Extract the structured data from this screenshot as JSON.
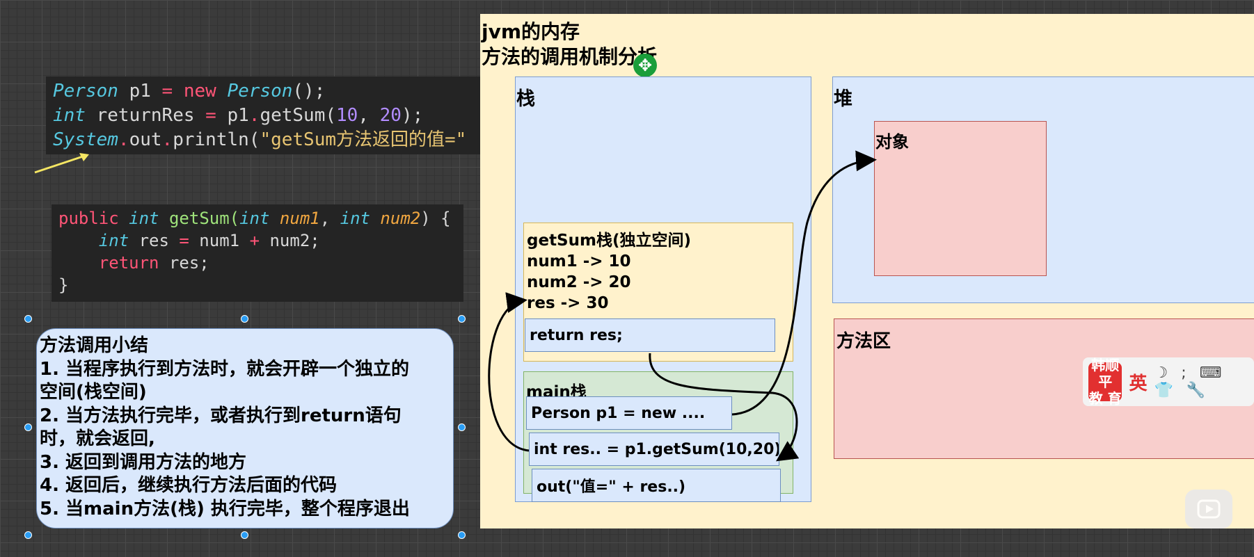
{
  "code_top": {
    "line1": {
      "cls": "Person",
      "var": " p1 ",
      "eq": "=",
      "sp": " ",
      "kw": "new",
      "sp2": " ",
      "cls2": "Person",
      "end": "();"
    },
    "line2": {
      "ty": "int",
      "mid": " returnRes ",
      "eq": "=",
      "call": " p1",
      "dot": ".",
      "fn": "getSum(",
      "n1": "10",
      "comma": ", ",
      "n2": "20",
      "end": ");"
    },
    "line3": {
      "cls": "System",
      "dot": ".",
      "out": "out",
      "dot2": ".",
      "fn": "println(",
      "str": "\"getSum方法返回的值=\""
    }
  },
  "code_method": {
    "line1": {
      "kw": "public",
      "sp": " ",
      "ty": "int",
      "name": " getSum(",
      "ty2": "int",
      "p1": " num1",
      "comma": ", ",
      "ty3": "int",
      "p2": " num2",
      "end": ") {"
    },
    "line2": {
      "indent": "    ",
      "ty": "int",
      "mid": " res ",
      "eq": "=",
      "expr": " num1 ",
      "plus": "+",
      "expr2": " num2;"
    },
    "line3": {
      "indent": "    ",
      "kw": "return",
      "end": " res;"
    },
    "line4": "}"
  },
  "summary": {
    "lines": [
      "方法调用小结",
      "1. 当程序执行到方法时，就会开辟一个独立的",
      "空间(栈空间)",
      "2. 当方法执行完毕，或者执行到return语句",
      "时，就会返回,",
      "3. 返回到调用方法的地方",
      "4. 返回后，继续执行方法后面的代码",
      "5. 当main方法(栈) 执行完毕，整个程序退出"
    ]
  },
  "diagram": {
    "title1": "jvm的内存",
    "title2": "方法的调用机制分析",
    "stack_label": "栈",
    "heap_label": "堆",
    "object_label": "对象",
    "method_area_label": "方法区",
    "getsum_frame": {
      "lines": [
        "getSum栈(独立空间)",
        "num1 -> 10",
        "num2 -> 20",
        "res -> 30"
      ],
      "return_cell": "return res;"
    },
    "main_frame": {
      "label": "main栈",
      "cells": [
        "Person p1 = new ....",
        "int res.. = p1.getSum(10,20)",
        "out(\"值=\" + res..)"
      ]
    }
  },
  "overlay": {
    "logo_line1": "韩顺平",
    "logo_line2": "教 育",
    "ime_label": "英",
    "ime_icons": "☽ ; ⌨ 👕 🔧"
  },
  "colors": {
    "canvas": "#fff2cc",
    "blue_box": "#dae8fc",
    "pink_box": "#f8cecc",
    "green_box": "#d5e8d4",
    "arrow_yellow": "#f5e663"
  }
}
